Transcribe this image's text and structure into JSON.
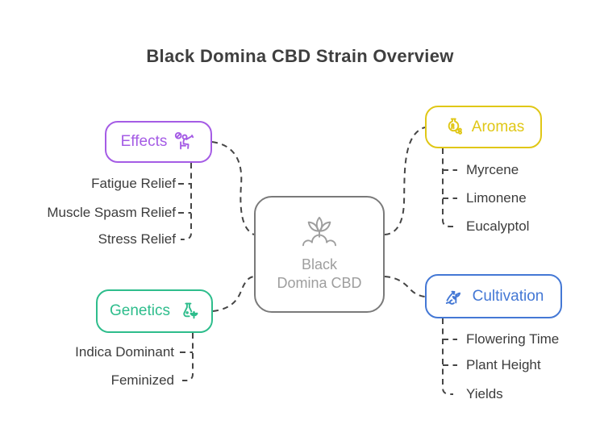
{
  "title": "Black Domina CBD Strain Overview",
  "center": {
    "label": "Black Domina CBD",
    "label_line_1": "Black",
    "label_line_2": "Domina CBD",
    "icon": "sprout-icon"
  },
  "branches": [
    {
      "id": "effects",
      "label": "Effects",
      "color": "#a55ce5",
      "icon": "relaxing-person-icon",
      "items": [
        "Fatigue Relief",
        "Muscle Spasm Relief",
        "Stress Relief"
      ]
    },
    {
      "id": "aromas",
      "label": "Aromas",
      "color": "#e0c716",
      "icon": "aroma-bottle-icon",
      "items": [
        "Myrcene",
        "Limonene",
        "Eucalyptol"
      ]
    },
    {
      "id": "genetics",
      "label": "Genetics",
      "color": "#2ebd8c",
      "icon": "flask-cannabis-icon",
      "items": [
        "Indica Dominant",
        "Feminized"
      ]
    },
    {
      "id": "cultivation",
      "label": "Cultivation",
      "color": "#4478d5",
      "icon": "growing-plant-icon",
      "items": [
        "Flowering Time",
        "Plant Height",
        "Yields"
      ]
    }
  ],
  "colors": {
    "title_text": "#3f3f3f",
    "item_text": "#3c3c3c",
    "center_border": "#7a7a7a",
    "center_text": "#9e9e9e",
    "connector": "#454545",
    "background": "#ffffff"
  }
}
